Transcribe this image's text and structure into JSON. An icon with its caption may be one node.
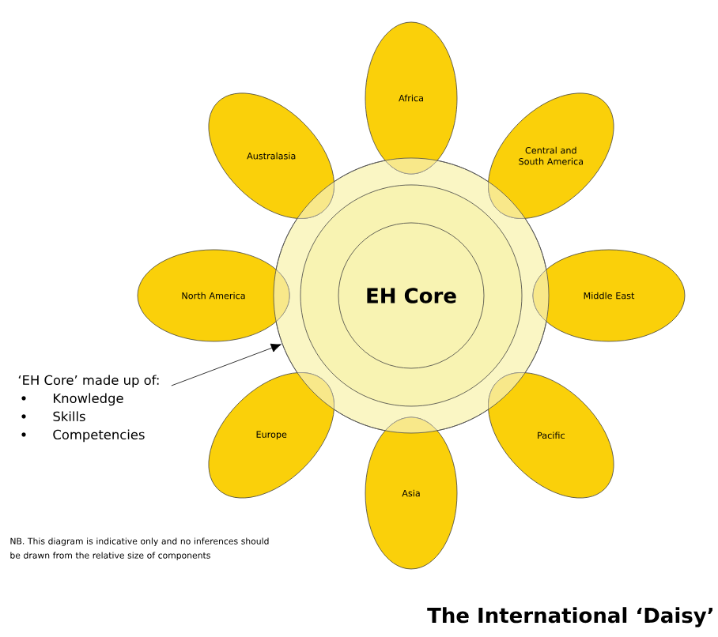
{
  "diagram": {
    "title": "The International ‘Daisy’",
    "nodes": [
      {
        "text": [],
        "shape": "circle"
      },
      {
        "text": [],
        "shape": "circle",
        "in": 0
      },
      {
        "text": [
          "EH Core"
        ],
        "in": 1
      },
      {
        "text": [
          "Africa"
        ]
      },
      {
        "text": [
          "Australasia"
        ]
      },
      {
        "text": [
          "Central and South America"
        ]
      },
      {
        "text": [
          "North America"
        ]
      },
      {
        "text": [
          "Middle East"
        ]
      },
      {
        "text": [
          "Europe"
        ]
      },
      {
        "text": [
          "Pacific"
        ]
      },
      {
        "text": [
          "Asia"
        ]
      },
      {
        "text": [
          "‘EH Core’ made up of:",
          "Knowledge",
          "Skills",
          "Competencies"
        ]
      }
    ],
    "edges": [
      {
        "from": 11,
        "to": 0,
        "arrow": "to"
      }
    ],
    "labels": [
      "NB. This diagram is indicative only and no inferences should be drawn from the relative size of components"
    ]
  }
}
